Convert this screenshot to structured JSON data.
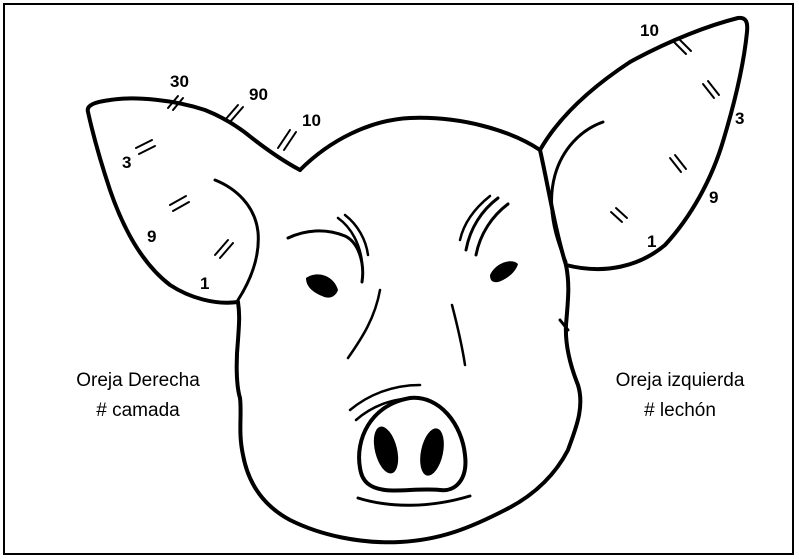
{
  "labels": {
    "right_ear": [
      "30",
      "90",
      "10",
      "3",
      "9",
      "1"
    ],
    "left_ear": [
      "10",
      "3",
      "9",
      "1"
    ]
  },
  "captions": {
    "right_title": "Oreja Derecha",
    "right_sub": "# camada",
    "left_title": "Oreja izquierda",
    "left_sub": "# lechón"
  },
  "colors": {
    "ink": "#000000",
    "background": "#ffffff"
  }
}
